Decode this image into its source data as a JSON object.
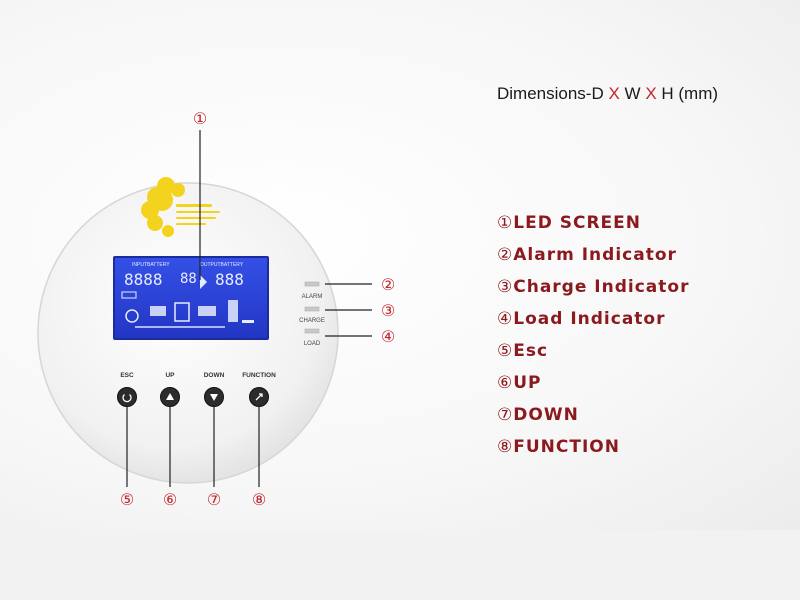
{
  "header": {
    "prefix": "Dimensions-D ",
    "x1": "X",
    "mid": " W ",
    "x2": "X",
    "suffix": " H (mm)"
  },
  "callouts": {
    "c1": "①",
    "c2": "②",
    "c3": "③",
    "c4": "④",
    "c5": "⑤",
    "c6": "⑥",
    "c7": "⑦",
    "c8": "⑧"
  },
  "indicators": {
    "alarm": "ALARM",
    "charge": "CHARGE",
    "load": "LOAD"
  },
  "buttons": {
    "esc": "ESC",
    "up": "UP",
    "down": "DOWN",
    "function": "FUNCTION"
  },
  "lcd": {
    "left_label": "INPUTBATTERY",
    "right_label": "OUTPUTBATTERY",
    "digits_left": "8888",
    "digits_mid": "88",
    "digits_right": "888"
  },
  "legend": [
    {
      "num": "①",
      "label": "LED SCREEN"
    },
    {
      "num": "②",
      "label": "Alarm Indicator"
    },
    {
      "num": "③",
      "label": "Charge Indicator"
    },
    {
      "num": "④",
      "label": "Load Indicator"
    },
    {
      "num": "⑤",
      "label": "Esc"
    },
    {
      "num": "⑥",
      "label": "UP"
    },
    {
      "num": "⑦",
      "label": "DOWN"
    },
    {
      "num": "⑧",
      "label": "FUNCTION"
    }
  ],
  "colors": {
    "accent": "#8b1a1f",
    "x_marks": "#c0262c",
    "lcd_blue": "#2d44d8",
    "logo_yellow": "#f4d31f",
    "button_dark": "#2c2c2c"
  }
}
